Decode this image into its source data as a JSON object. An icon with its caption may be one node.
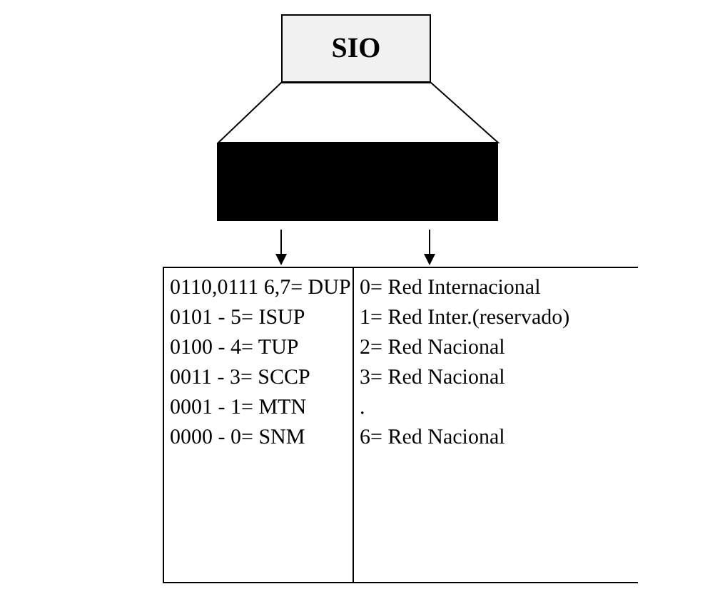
{
  "diagram": {
    "nodes": [
      {
        "text": [
          "SIO"
        ]
      },
      {
        "text": [],
        "shape": "trapezoid"
      },
      {
        "text": [],
        "shape": "bar"
      },
      {
        "text": [
          "0110,0111 6,7= DUP",
          "0101 - 5= ISUP",
          "0100 - 4= TUP",
          "0011 - 3= SCCP",
          "0001 - 1= MTN",
          "0000 - 0= SNM"
        ]
      },
      {
        "text": [
          "0= Red Internacional",
          "1= Red Inter.(reservado)",
          "2= Red Nacional",
          "3= Red Nacional",
          ".",
          "6= Red Nacional"
        ]
      }
    ],
    "edges": [
      {
        "from": 2,
        "to": 3,
        "arrow": "to"
      },
      {
        "from": 2,
        "to": 4,
        "arrow": "to"
      }
    ]
  }
}
